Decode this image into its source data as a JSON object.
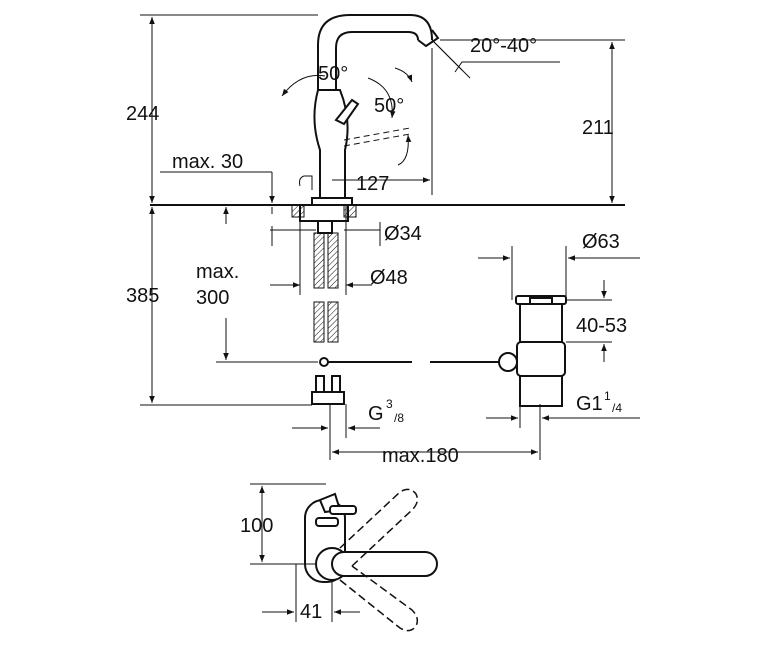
{
  "dimensions": {
    "h244": "244",
    "h211": "211",
    "angle_spout": "20°-40°",
    "angle_50_a": "50°",
    "angle_50_b": "50°",
    "max30": "max. 30",
    "d127": "127",
    "d34": "Ø34",
    "d48": "Ø48",
    "max300_a": "max.",
    "max300_b": "300",
    "h385": "385",
    "d63": "Ø63",
    "r40_53": "40-53",
    "thread_g": "G",
    "thread_g_num": "3",
    "thread_g_den": "/8",
    "thread_g1": "G1",
    "thread_g1_num": "1",
    "thread_g1_den": "/4",
    "max180": "max.180",
    "h100": "100",
    "w41": "41"
  }
}
